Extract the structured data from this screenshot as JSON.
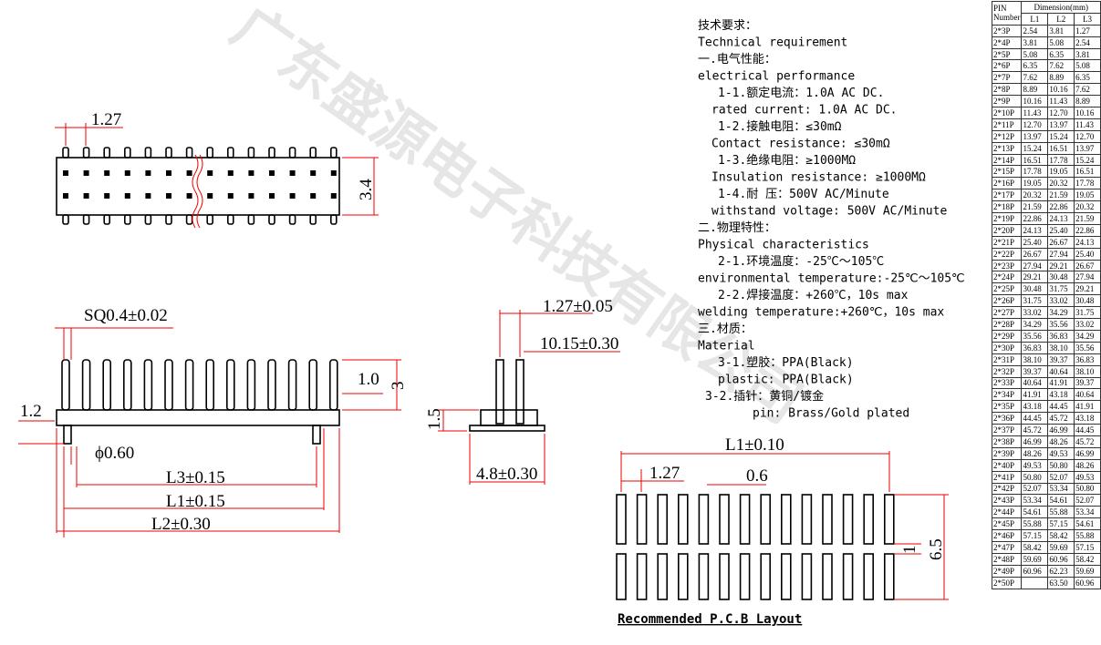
{
  "watermark": "广东盛源电子科技有限公司",
  "top_view": {
    "pitch": "1.27",
    "height": "3.4"
  },
  "side_view": {
    "sq": "SQ0.4±0.02",
    "d10": "1.0",
    "d3": "3",
    "d12": "1.2",
    "phi": "ϕ0.60",
    "l3": "L3±0.15",
    "l1": "L1±0.15",
    "l2": "L2±0.30"
  },
  "end_view": {
    "pitch": "1.27±0.05",
    "len": "10.15±0.30",
    "h": "1.5",
    "w": "4.8±0.30"
  },
  "pcb": {
    "l1": "L1±0.10",
    "pitch": "1.27",
    "pad": "0.6",
    "gap": "1",
    "height": "6.5",
    "title": "Recommended P.C.B Layout"
  },
  "requirements": [
    "技术要求：",
    "Technical requirement",
    "一.电气性能：",
    "electrical performance",
    "1-1.额定电流：1.0A AC DC.",
    "rated current: 1.0A AC DC.",
    "1-2.接触电阻：≤30mΩ",
    "Contact resistance: ≤30mΩ",
    "1-3.绝缘电阻：≥1000MΩ",
    "Insulation resistance: ≥1000MΩ",
    "1-4.耐   压：500V AC/Minute",
    "withstand voltage: 500V AC/Minute",
    "二.物理特性：",
    "Physical characteristics",
    "2-1.环境温度：-25℃～105℃",
    "environmental temperature:-25℃～105℃",
    "2-2.焊接温度：+260℃，10s max",
    "welding temperature:+260℃，10s max",
    "三.材质：",
    "Material",
    "3-1.塑胶：PPA(Black)",
    "plastic:  PPA(Black)",
    "3-2.插针：黄铜/镀金",
    "pin: Brass/Gold plated"
  ],
  "table": {
    "pin_header": "PIN Number",
    "dim_header": "Dimension(mm)",
    "cols": [
      "L1",
      "L2",
      "L3"
    ],
    "rows": [
      [
        "2*3P",
        "2.54",
        "3.81",
        "1.27"
      ],
      [
        "2*4P",
        "3.81",
        "5.08",
        "2.54"
      ],
      [
        "2*5P",
        "5.08",
        "6.35",
        "3.81"
      ],
      [
        "2*6P",
        "6.35",
        "7.62",
        "5.08"
      ],
      [
        "2*7P",
        "7.62",
        "8.89",
        "6.35"
      ],
      [
        "2*8P",
        "8.89",
        "10.16",
        "7.62"
      ],
      [
        "2*9P",
        "10.16",
        "11.43",
        "8.89"
      ],
      [
        "2*10P",
        "11.43",
        "12.70",
        "10.16"
      ],
      [
        "2*11P",
        "12.70",
        "13.97",
        "11.43"
      ],
      [
        "2*12P",
        "13.97",
        "15.24",
        "12.70"
      ],
      [
        "2*13P",
        "15.24",
        "16.51",
        "13.97"
      ],
      [
        "2*14P",
        "16.51",
        "17.78",
        "15.24"
      ],
      [
        "2*15P",
        "17.78",
        "19.05",
        "16.51"
      ],
      [
        "2*16P",
        "19.05",
        "20.32",
        "17.78"
      ],
      [
        "2*17P",
        "20.32",
        "21.59",
        "19.05"
      ],
      [
        "2*18P",
        "21.59",
        "22.86",
        "20.32"
      ],
      [
        "2*19P",
        "22.86",
        "24.13",
        "21.59"
      ],
      [
        "2*20P",
        "24.13",
        "25.40",
        "22.86"
      ],
      [
        "2*21P",
        "25.40",
        "26.67",
        "24.13"
      ],
      [
        "2*22P",
        "26.67",
        "27.94",
        "25.40"
      ],
      [
        "2*23P",
        "27.94",
        "29.21",
        "26.67"
      ],
      [
        "2*24P",
        "29.21",
        "30.48",
        "27.94"
      ],
      [
        "2*25P",
        "30.48",
        "31.75",
        "29.21"
      ],
      [
        "2*26P",
        "31.75",
        "33.02",
        "30.48"
      ],
      [
        "2*27P",
        "33.02",
        "34.29",
        "31.75"
      ],
      [
        "2*28P",
        "34.29",
        "35.56",
        "33.02"
      ],
      [
        "2*29P",
        "35.56",
        "36.83",
        "34.29"
      ],
      [
        "2*30P",
        "36.83",
        "38.10",
        "35.56"
      ],
      [
        "2*31P",
        "38.10",
        "39.37",
        "36.83"
      ],
      [
        "2*32P",
        "39.37",
        "40.64",
        "38.10"
      ],
      [
        "2*33P",
        "40.64",
        "41.91",
        "39.37"
      ],
      [
        "2*34P",
        "41.91",
        "43.18",
        "40.64"
      ],
      [
        "2*35P",
        "43.18",
        "44.45",
        "41.91"
      ],
      [
        "2*36P",
        "44.45",
        "45.72",
        "43.18"
      ],
      [
        "2*37P",
        "45.72",
        "46.99",
        "44.45"
      ],
      [
        "2*38P",
        "46.99",
        "48.26",
        "45.72"
      ],
      [
        "2*39P",
        "48.26",
        "49.53",
        "46.99"
      ],
      [
        "2*40P",
        "49.53",
        "50.80",
        "48.26"
      ],
      [
        "2*41P",
        "50.80",
        "52.07",
        "49.53"
      ],
      [
        "2*42P",
        "52.07",
        "53.34",
        "50.80"
      ],
      [
        "2*43P",
        "53.34",
        "54.61",
        "52.07"
      ],
      [
        "2*44P",
        "54.61",
        "55.88",
        "53.34"
      ],
      [
        "2*45P",
        "55.88",
        "57.15",
        "54.61"
      ],
      [
        "2*46P",
        "57.15",
        "58.42",
        "55.88"
      ],
      [
        "2*47P",
        "58.42",
        "59.69",
        "57.15"
      ],
      [
        "2*48P",
        "59.69",
        "60.96",
        "58.42"
      ],
      [
        "2*49P",
        "60.96",
        "62.23",
        "59.69"
      ],
      [
        "2*50P",
        "",
        "63.50",
        "60.96"
      ]
    ]
  }
}
